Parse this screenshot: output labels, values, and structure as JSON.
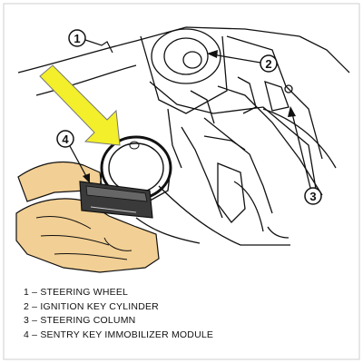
{
  "callouts": [
    {
      "number": "1"
    },
    {
      "number": "2"
    },
    {
      "number": "3"
    },
    {
      "number": "4"
    }
  ],
  "legend": [
    {
      "number": "1",
      "separator": "–",
      "text": "STEERING WHEEL"
    },
    {
      "number": "2",
      "separator": "–",
      "text": "IGNITION KEY CYLINDER"
    },
    {
      "number": "3",
      "separator": "–",
      "text": "STEERING COLUMN"
    },
    {
      "number": "4",
      "separator": "–",
      "text": "SENTRY KEY IMMOBILIZER MODULE"
    }
  ],
  "colors": {
    "arrow_fill": "#f3ef2a",
    "hand_fill": "#f2cf94",
    "line": "#111111",
    "background": "#ffffff"
  }
}
